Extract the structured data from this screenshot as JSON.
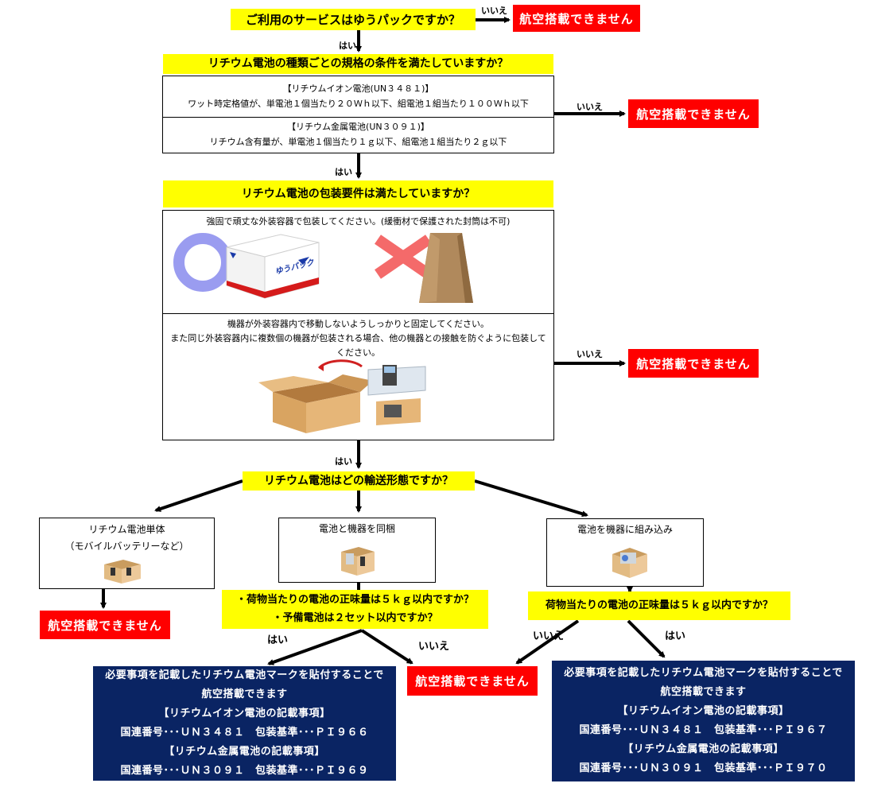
{
  "q1": {
    "text": "ご利用のサービスはゆうパックですか？"
  },
  "q2": {
    "text": "リチウム電池の種類ごとの規格の条件を満たしていますか？"
  },
  "q3": {
    "text": "リチウム電池の包装要件は満たしていますか？"
  },
  "q4": {
    "text": "リチウム電池はどの輸送形態ですか？"
  },
  "yes": "はい",
  "no": "いいえ",
  "not_allowed": "航空搭載できません",
  "spec": {
    "ion_title": "【リチウムイオン電池(UN３４８１)】",
    "ion_text": "ワット時定格値が、単電池１個当たり２０Ｗｈ以下、組電池１組当たり１００Ｗｈ以下",
    "metal_title": "【リチウム金属電池(UN３０９１)】",
    "metal_text": "リチウム含有量が、単電池１個当たり１ｇ以下、組電池１組当たり２ｇ以下"
  },
  "packaging": {
    "outer_text": "強固で頑丈な外装容器で包装してください。(緩衝材で保護された封筒は不可)",
    "box_logo": "ゆうパック",
    "secure_line1": "機器が外装容器内で移動しないようしっかりと固定してください。",
    "secure_line2": "また同じ外装容器内に複数個の機器が包装される場合、他の機器との接触を防ぐように包装して",
    "secure_line3": "ください。"
  },
  "options": {
    "single_title": "リチウム電池単体",
    "single_sub": "（モバイルバッテリーなど）",
    "packed_title": "電池と機器を同梱",
    "installed_title": "電池を機器に組み込み"
  },
  "q_packed": {
    "line1": "・荷物当たりの電池の正味量は５ｋｇ以内ですか？",
    "line2": "・予備電池は２セット以内ですか？"
  },
  "q_installed": {
    "text": "荷物当たりの電池の正味量は５ｋｇ以内ですか？"
  },
  "result_left": {
    "l1": "必要事項を記載したリチウム電池マークを貼付することで",
    "l2": "航空搭載できます",
    "l3": "【リチウムイオン電池の記載事項】",
    "l4": "国連番号･･･ＵＮ３４８１　包装基準･･･ＰＩ９６６",
    "l5": "【リチウム金属電池の記載事項】",
    "l6": "国連番号･･･ＵＮ３０９１　包装基準･･･ＰＩ９６９"
  },
  "result_right": {
    "l1": "必要事項を記載したリチウム電池マークを貼付することで",
    "l2": "航空搭載できます",
    "l3": "【リチウムイオン電池の記載事項】",
    "l4": "国連番号･･･ＵＮ３４８１　包装基準･･･ＰＩ９６７",
    "l5": "【リチウム金属電池の記載事項】",
    "l6": "国連番号･･･ＵＮ３０９１　包装基準･･･ＰＩ９７０"
  },
  "colors": {
    "question": "#ffff00",
    "reject": "#ff0000",
    "result": "#0a2463",
    "ok_circle": "#9a9cf0",
    "ng_cross": "#f46a6a"
  }
}
